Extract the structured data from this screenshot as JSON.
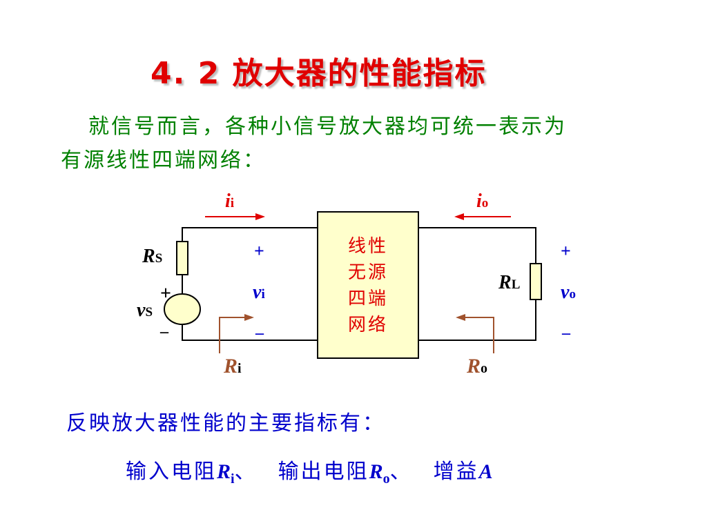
{
  "title": "4. 2  放大器的性能指标",
  "intro": {
    "line1": "就信号而言，各种小信号放大器均可统一表示为",
    "line2": "有源线性四端网络："
  },
  "circuit": {
    "box_lines": [
      "线性",
      "无源",
      "四端",
      "网络"
    ],
    "labels": {
      "rs_main": "R",
      "rs_sub": "S",
      "vs_main": "v",
      "vs_sub": "S",
      "ii_main": "i",
      "ii_sub": "i",
      "io_main": "i",
      "io_sub": "o",
      "vi_main": "v",
      "vi_sub": "i",
      "vo_main": "v",
      "vo_sub": "o",
      "rl_main": "R",
      "rl_sub": "L",
      "ri_main": "R",
      "ri_sub": "i",
      "ro_main": "R",
      "ro_sub": "o",
      "plus": "+",
      "minus": "–"
    }
  },
  "summary": {
    "line1": "反映放大器性能的主要指标有：",
    "item1_text": "输入电阻",
    "item1_var": "R",
    "item1_sub": "i",
    "item1_sep": "、",
    "item2_text": "输出电阻",
    "item2_var": "R",
    "item2_sub": "o",
    "item2_sep": "、",
    "item3_text": "增益",
    "item3_var": "A"
  },
  "colors": {
    "title": "#e00000",
    "intro_text": "#008000",
    "summary_text": "#0000cc",
    "current_arrows": "#e00000",
    "resistance_arrows": "#a0522d",
    "network_box_fill": "#ffffcc",
    "wire": "#000000"
  }
}
